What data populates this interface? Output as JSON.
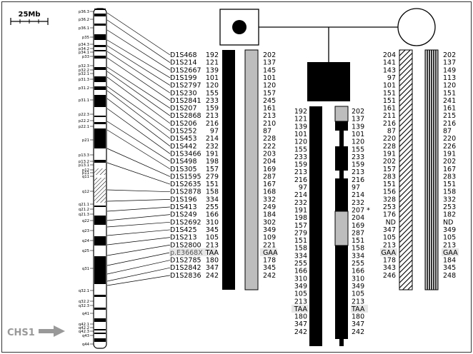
{
  "scale_label": "25Mb",
  "gene_label": "CHS1",
  "bands": [
    "p36.3",
    "p36.2",
    "p36.1",
    "p35",
    "p34.3",
    "p34.2",
    "p34.1",
    "p33",
    "p32.3",
    "p32.2",
    "p32.1",
    "p31.3",
    "p31.2",
    "p31.1",
    "p22.3",
    "p22.2",
    "p22.1",
    "p21",
    "p13.3",
    "p13.2",
    "p13.1",
    "p12",
    "p11",
    "q11",
    "q12",
    "q21.1",
    "q21.2",
    "q21.3",
    "q22",
    "q23",
    "q24",
    "q25",
    "q31",
    "q32.1",
    "q32.2",
    "q32.3",
    "q41",
    "q42.1",
    "q42.2",
    "q42.3",
    "q43",
    "q44"
  ],
  "markers": [
    "D1S468",
    "D1S214",
    "D1S2667",
    "D1S199",
    "D1S2797",
    "D1S230",
    "D1S2841",
    "D1S207",
    "D1S2868",
    "D1S206",
    "D1S252",
    "D1S453",
    "D1S442",
    "D1S3466",
    "D1S498",
    "D1S305",
    "D1S1595",
    "D1S2635",
    "D1S2878",
    "D1S196",
    "D1S413",
    "D1S249",
    "D1S2692",
    "D1S425",
    "D1S213",
    "D1S2800",
    "p.E3668X",
    "D1S2785",
    "D1S2842",
    "D1S2836"
  ],
  "father": {
    "a1": [
      "192",
      "121",
      "139",
      "101",
      "120",
      "155",
      "233",
      "159",
      "213",
      "216",
      "97",
      "214",
      "232",
      "191",
      "198",
      "157",
      "279",
      "151",
      "158",
      "334",
      "255",
      "166",
      "310",
      "345",
      "105",
      "213",
      "TAA",
      "180",
      "347",
      "242"
    ],
    "a2": [
      "202",
      "137",
      "145",
      "101",
      "120",
      "157",
      "245",
      "161",
      "213",
      "210",
      "87",
      "228",
      "222",
      "203",
      "204",
      "169",
      "287",
      "167",
      "168",
      "332",
      "249",
      "184",
      "302",
      "349",
      "109",
      "221",
      "GAA",
      "178",
      "345",
      "242"
    ]
  },
  "mother": {
    "a1": [
      "204",
      "141",
      "143",
      "97",
      "101",
      "151",
      "151",
      "161",
      "211",
      "216",
      "87",
      "220",
      "228",
      "191",
      "202",
      "157",
      "283",
      "151",
      "156",
      "328",
      "253",
      "176",
      "ND",
      "347",
      "105",
      "213",
      "GAA",
      "178",
      "343",
      "246"
    ],
    "a2": [
      "202",
      "137",
      "149",
      "113",
      "120",
      "151",
      "241",
      "161",
      "215",
      "216",
      "87",
      "220",
      "226",
      "191",
      "202",
      "167",
      "283",
      "151",
      "158",
      "332",
      "253",
      "182",
      "ND",
      "349",
      "105",
      "213",
      "GAA",
      "184",
      "345",
      "248"
    ]
  },
  "child": {
    "a1": [
      "192",
      "121",
      "139",
      "101",
      "120",
      "155",
      "233",
      "159",
      "213",
      "216",
      "97",
      "214",
      "232",
      "191",
      "198",
      "157",
      "279",
      "151",
      "158",
      "334",
      "255",
      "166",
      "310",
      "349",
      "105",
      "213",
      "TAA",
      "180",
      "347",
      "242"
    ],
    "a2": [
      "202",
      "137",
      "139",
      "101",
      "120",
      "155",
      "233",
      "159",
      "213",
      "216",
      "97",
      "214",
      "232",
      "207 *",
      "204",
      "169",
      "287",
      "151",
      "158",
      "334",
      "255",
      "166",
      "310",
      "349",
      "105",
      "213",
      "TAA",
      "180",
      "347",
      "242"
    ]
  }
}
